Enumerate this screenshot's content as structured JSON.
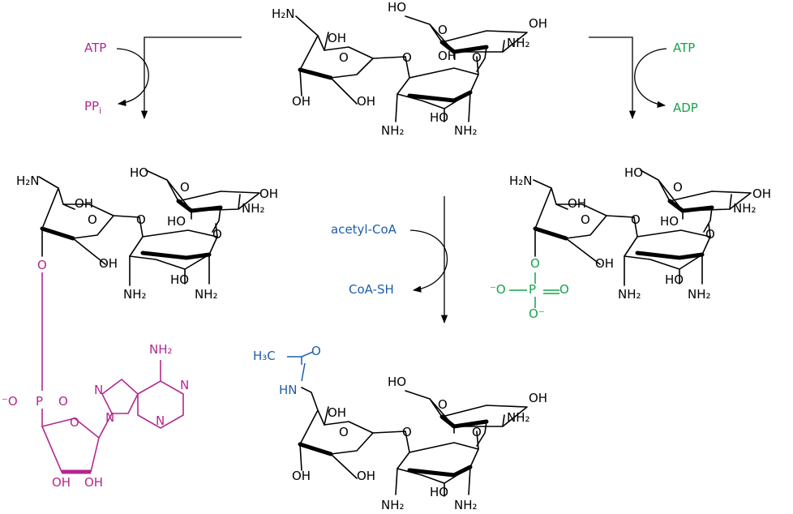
{
  "colors": {
    "adenylation": "#b3278f",
    "phosphorylation": "#16a34a",
    "acetylation": "#1f5fa8",
    "structure": "#000000"
  },
  "reactions": {
    "adenylation": {
      "reagent_in": "ATP",
      "reagent_out": "PP",
      "reagent_out_subscript": "i"
    },
    "phosphorylation": {
      "reagent_in": "ATP",
      "reagent_out": "ADP"
    },
    "acetylation": {
      "reagent_in": "acetyl-CoA",
      "reagent_out": "CoA-SH"
    }
  },
  "molecules": {
    "substrate": {
      "groups": [
        "H₂N",
        "OH",
        "HO",
        "OH",
        "OH",
        "OH",
        "OH",
        "NH₂",
        "NH₂",
        "HO",
        "NH₂",
        "O",
        "O",
        "O",
        "O"
      ]
    },
    "adenylated": {
      "groups": [
        "H₂N",
        "OH",
        "HO",
        "HO",
        "OH",
        "NH₂",
        "OH",
        "NH₂",
        "HO",
        "NH₂",
        "O",
        "O",
        "O",
        "O"
      ],
      "adenylate": [
        "⁻O",
        "P",
        "O",
        "NH₂",
        "N",
        "N",
        "N",
        "N",
        "O",
        "OH",
        "OH",
        "O"
      ]
    },
    "phosphorylated": {
      "groups": [
        "H₂N",
        "OH",
        "HO",
        "HO",
        "OH",
        "NH₂",
        "OH",
        "NH₂",
        "HO",
        "NH₂",
        "O",
        "O",
        "O",
        "O"
      ],
      "phosphate": [
        "⁻O",
        "P",
        "O",
        "O⁻",
        "O"
      ]
    },
    "acetylated": {
      "groups": [
        "OH",
        "HO",
        "OH",
        "OH",
        "OH",
        "NH₂",
        "HO",
        "NH₂",
        "NH₂",
        "O",
        "O",
        "O",
        "O"
      ],
      "acetyl": [
        "H₃C",
        "O",
        "HN"
      ]
    }
  }
}
